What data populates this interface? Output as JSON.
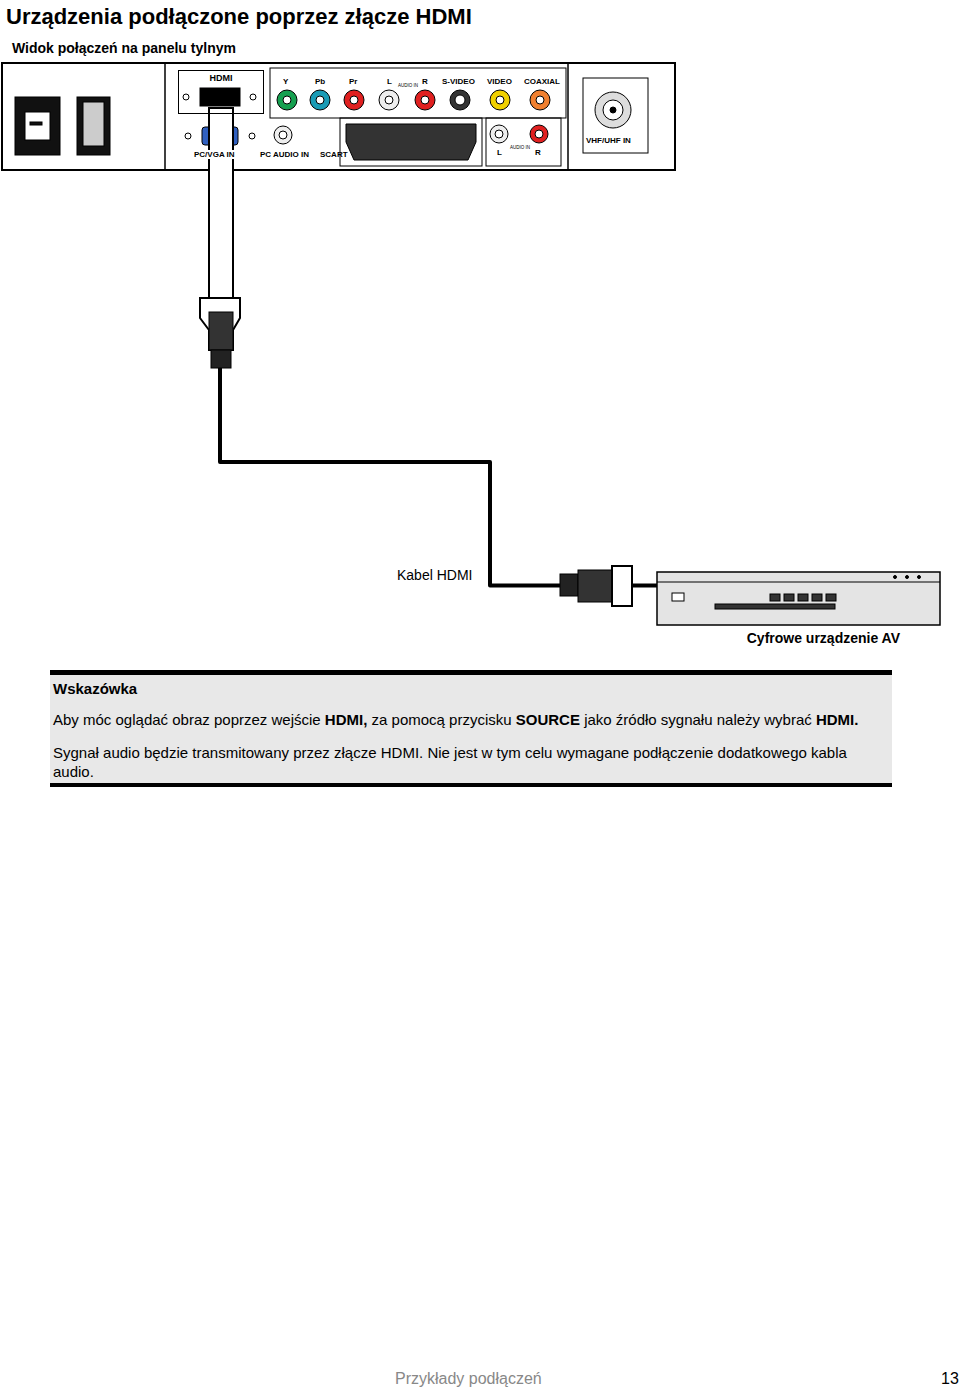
{
  "diagram": {
    "title": "Urządzenia podłączone poprzez złącze HDMI",
    "nodes": [
      {
        "text": [
          "HDMI"
        ]
      },
      {
        "text": [
          "Cyfrowe urządzenie AV"
        ]
      },
      {
        "text": [
          "Wskazówka",
          "Aby móc oglądać obraz poprzez wejście HDMI, za pomocą przycisku SOURCE jako źródło sygnału należy wybrać HDMI.",
          "Sygnał audio będzie transmitowany przez złącze HDMI. Nie jest w tym celu wymagane podłączenie dodatkowego kabla audio."
        ]
      }
    ],
    "edges": [
      {
        "from": 0,
        "to": 1,
        "arrow": "none",
        "label": "Kabel HDMI"
      }
    ],
    "labels": [
      "Widok połączeń na panelu tylnym",
      "Y",
      "Pb",
      "Pr",
      "L",
      "AUDIO IN",
      "R",
      "S-VIDEO",
      "VIDEO",
      "COAXIAL",
      "PC/VGA IN",
      "PC AUDIO IN",
      "SCART",
      "L",
      "AUDIO IN",
      "R",
      "VHF/UHF IN",
      "Przykłady podłączeń",
      "13"
    ]
  }
}
